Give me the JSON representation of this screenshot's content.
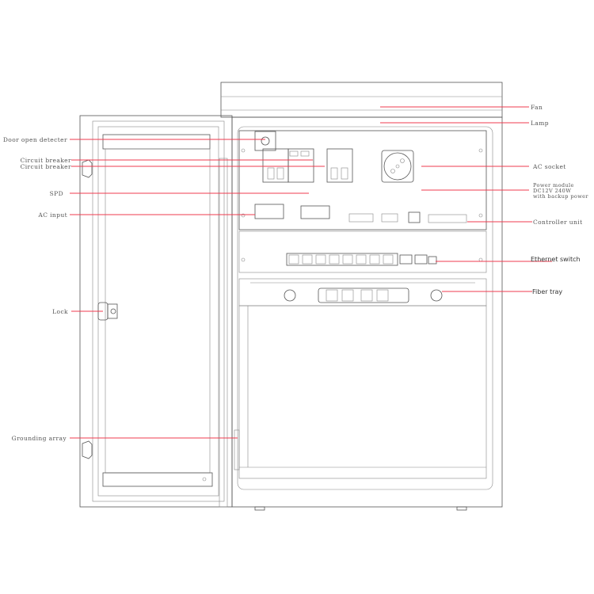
{
  "colors": {
    "leader_line": "#ef3b4f",
    "drawing_line": "#555555",
    "label_text": "#555555"
  },
  "labels": {
    "fan": "Fan",
    "lamp": "Lamp",
    "door_open_detecter": "Door open detecter",
    "circuit_breaker_1": "Circuit breaker",
    "circuit_breaker_2": "Circuit breaker",
    "spd": "SPD",
    "ac_input": "AC input",
    "ac_socket": "AC socket",
    "power_module": [
      "Power module",
      "DC12V 240W",
      "with backup power"
    ],
    "controller_unit": "Controller unit",
    "ethernet_switch": "Ethernet switch",
    "fiber_tray": "Fiber tray",
    "lock": "Lock",
    "grounding_array": "Grounding array"
  }
}
